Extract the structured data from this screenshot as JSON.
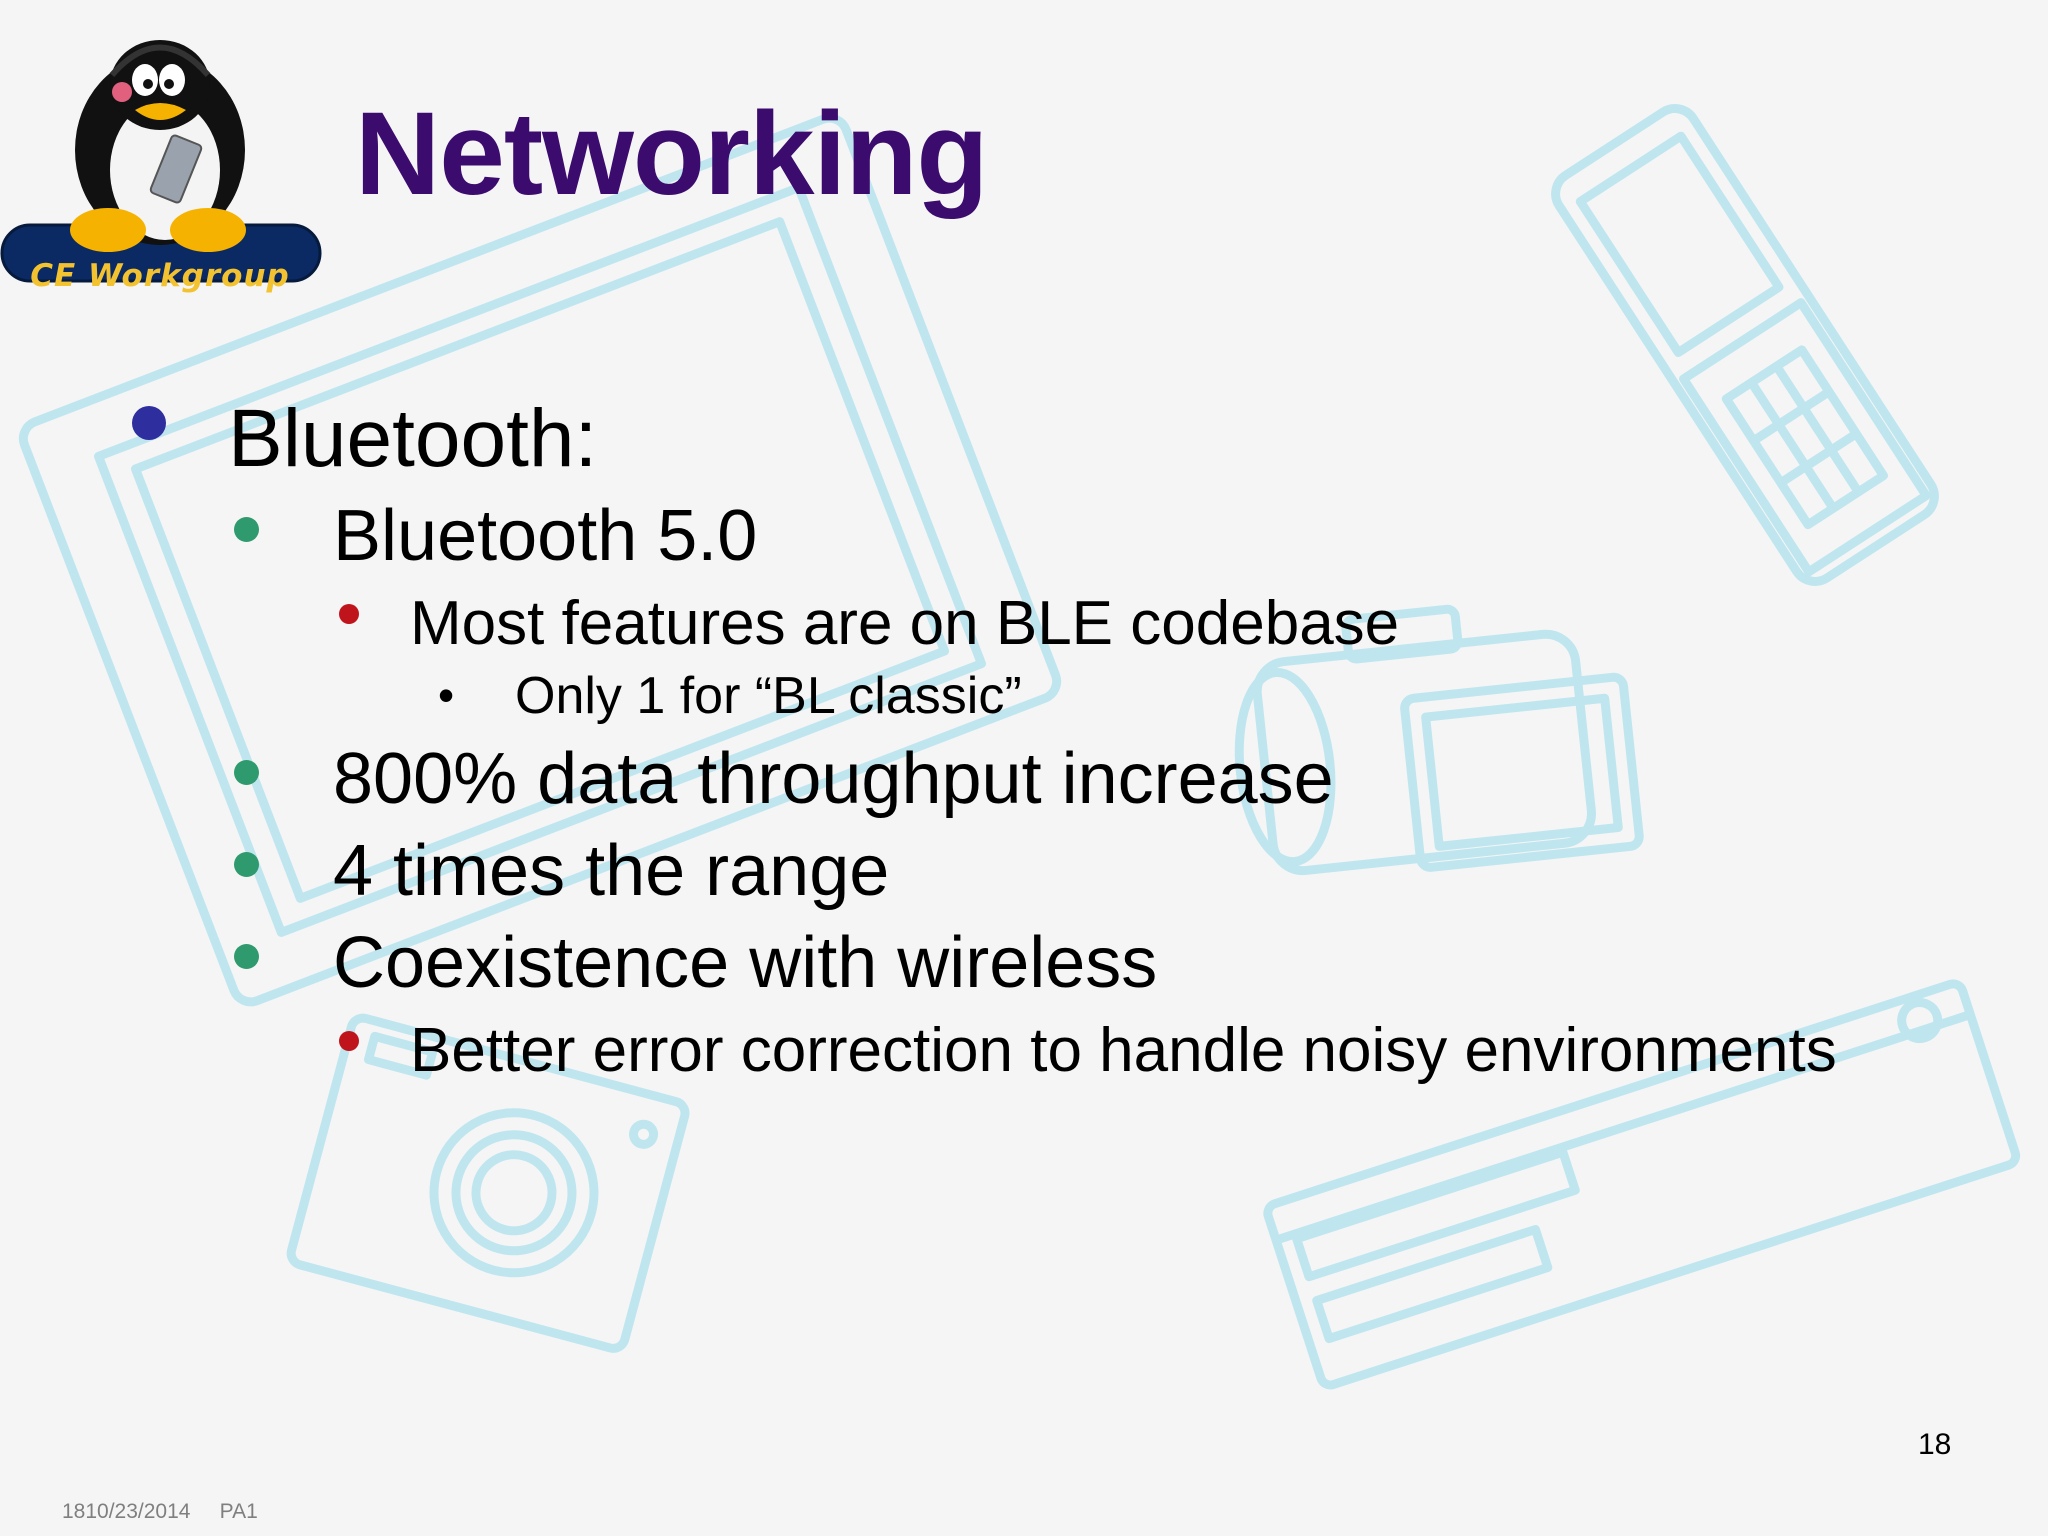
{
  "slide": {
    "title": "Networking",
    "logo_text": "CE Workgroup",
    "page_number": "18",
    "footer": "1810/23/2014     PA1"
  },
  "bullets": {
    "b1": "Bluetooth:",
    "b1_1": "Bluetooth 5.0",
    "b1_1_1": "Most features are on BLE codebase",
    "b1_1_1_1": "Only 1 for “BL classic”",
    "b1_2": "800% data throughput increase",
    "b1_3": "4 times the range",
    "b1_4": "Coexistence with wireless",
    "b1_4_1": "Better error correction to handle noisy environments"
  },
  "colors": {
    "title": "#3b0b6e",
    "bullet_level1": "#2e2e9e",
    "bullet_level2": "#2f9a6e",
    "bullet_level3": "#c0141c",
    "background_outline": "#bfe6ef"
  }
}
